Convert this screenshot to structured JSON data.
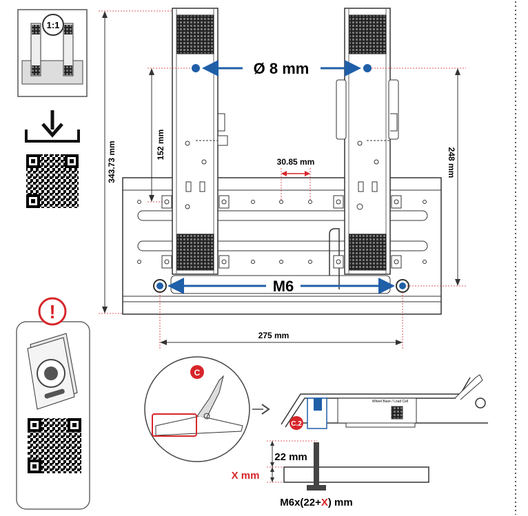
{
  "header": {
    "scale_badge": "1:1"
  },
  "dimensions": {
    "hole_diameter": "Ø 8 mm",
    "overall_height": "343.73 mm",
    "pedal_hole_height": "152 mm",
    "hole_spacing": "30.85 mm",
    "mount_height": "248 mm",
    "mount_thread": "M6",
    "mount_spacing": "275 mm"
  },
  "detail": {
    "callout_main": "C",
    "callout_sub": "C.2",
    "part_label": "Wheel Base / Load Cell"
  },
  "bolt": {
    "depth_label": "22 mm",
    "plate_label": "X mm",
    "formula_prefix": "M6x(22+",
    "formula_var": "X",
    "formula_suffix": ") mm"
  },
  "sidebar": {
    "warning_symbol": "!"
  },
  "colors": {
    "accent_blue": "#1f5fa8",
    "accent_red": "#d6262a",
    "line": "#333333"
  }
}
